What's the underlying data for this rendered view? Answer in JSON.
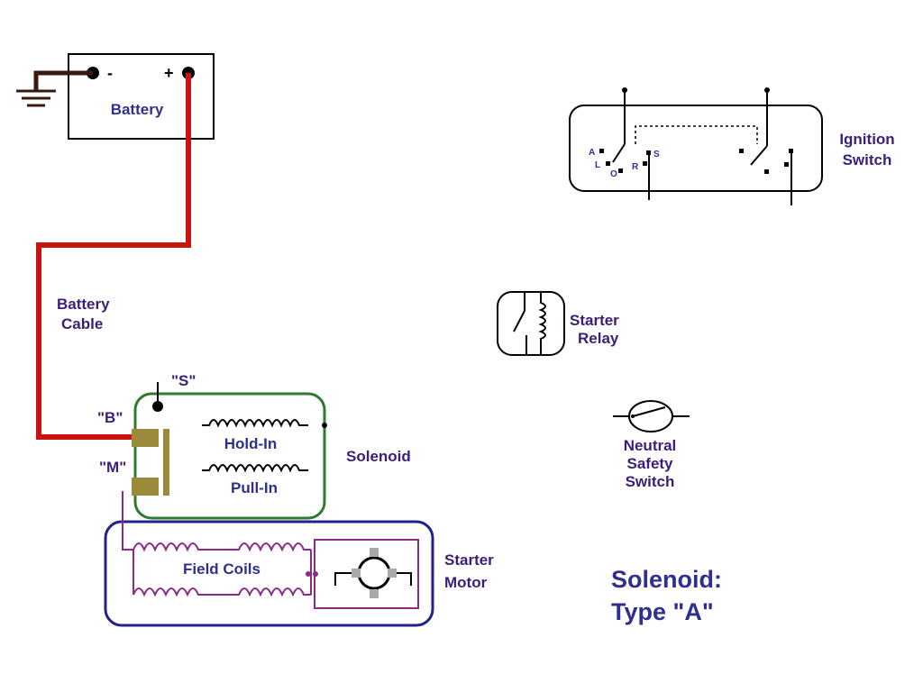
{
  "diagram": {
    "battery": {
      "label": "Battery",
      "neg": "-",
      "pos": "+"
    },
    "battery_cable": {
      "line1": "Battery",
      "line2": "Cable"
    },
    "solenoid": {
      "label": "Solenoid",
      "s_terminal": "\"S\"",
      "b_terminal": "\"B\"",
      "m_terminal": "\"M\"",
      "hold_in": "Hold-In",
      "pull_in": "Pull-In"
    },
    "starter_motor": {
      "line1": "Starter",
      "line2": "Motor",
      "field_coils": "Field Coils"
    },
    "ignition_switch": {
      "line1": "Ignition",
      "line2": "Switch",
      "contacts": {
        "a": "A",
        "l": "L",
        "o": "O",
        "r": "R",
        "s": "S"
      }
    },
    "starter_relay": {
      "line1": "Starter",
      "line2": "Relay"
    },
    "neutral_safety_switch": {
      "line1": "Neutral",
      "line2": "Safety",
      "line3": "Switch"
    },
    "title": {
      "line1": "Solenoid:",
      "line2": "Type \"A\""
    },
    "colors": {
      "battery_cable": "#cc1111",
      "ground": "#3a1a10",
      "solenoid_outline": "#2f7a2f",
      "motor_outline": "#22228a",
      "motor_wiring": "#8a2a8a",
      "contact_brass": "#9a8a3a",
      "text_blue": "#2f2f8f"
    }
  }
}
